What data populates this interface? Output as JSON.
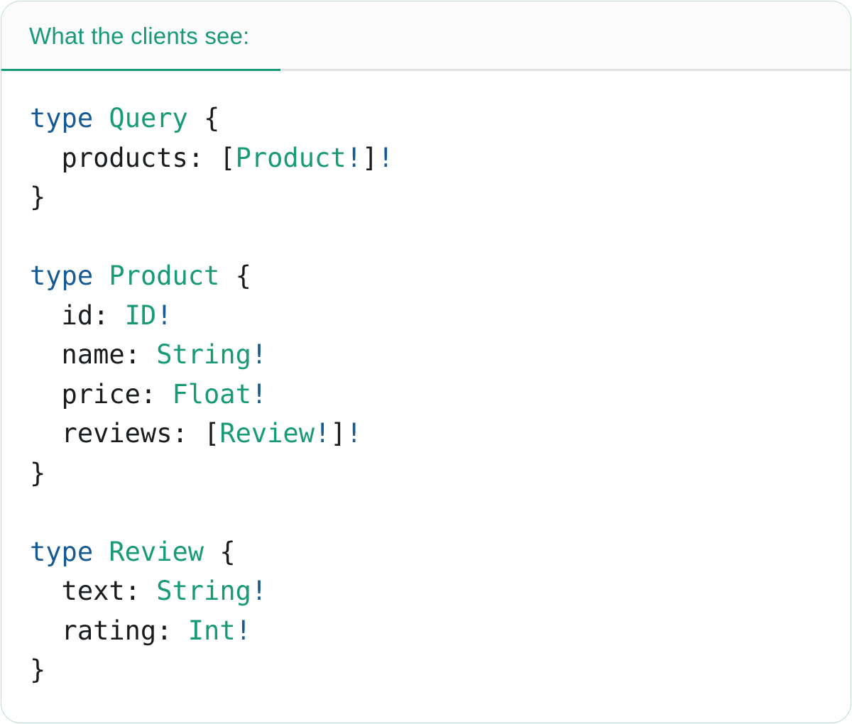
{
  "tab": {
    "label": "What the clients see:"
  },
  "colors": {
    "accent_teal": "#17997A",
    "keyword_blue": "#175A93",
    "type_teal": "#179A76",
    "plain_text": "#191C1F",
    "tab_track_gray": "#E3E3E3",
    "card_border_green": "#BCDCC8",
    "tabbar_bg": "#FBFBFB",
    "card_bg": "#FFFFFF"
  },
  "code": {
    "language": "graphql-schema",
    "lines": [
      {
        "tokens": [
          {
            "text": "type",
            "style": "keyword"
          },
          {
            "text": " ",
            "style": "plain"
          },
          {
            "text": "Query",
            "style": "type"
          },
          {
            "text": " {",
            "style": "plain"
          }
        ]
      },
      {
        "tokens": [
          {
            "text": "  products: [",
            "style": "plain"
          },
          {
            "text": "Product",
            "style": "type"
          },
          {
            "text": "!",
            "style": "bang"
          },
          {
            "text": "]",
            "style": "plain"
          },
          {
            "text": "!",
            "style": "bang"
          }
        ]
      },
      {
        "tokens": [
          {
            "text": "}",
            "style": "plain"
          }
        ]
      },
      {
        "tokens": []
      },
      {
        "tokens": [
          {
            "text": "type",
            "style": "keyword"
          },
          {
            "text": " ",
            "style": "plain"
          },
          {
            "text": "Product",
            "style": "type"
          },
          {
            "text": " {",
            "style": "plain"
          }
        ]
      },
      {
        "tokens": [
          {
            "text": "  id: ",
            "style": "plain"
          },
          {
            "text": "ID",
            "style": "type"
          },
          {
            "text": "!",
            "style": "bang"
          }
        ]
      },
      {
        "tokens": [
          {
            "text": "  name: ",
            "style": "plain"
          },
          {
            "text": "String",
            "style": "type"
          },
          {
            "text": "!",
            "style": "bang"
          }
        ]
      },
      {
        "tokens": [
          {
            "text": "  price: ",
            "style": "plain"
          },
          {
            "text": "Float",
            "style": "type"
          },
          {
            "text": "!",
            "style": "bang"
          }
        ]
      },
      {
        "tokens": [
          {
            "text": "  reviews: [",
            "style": "plain"
          },
          {
            "text": "Review",
            "style": "type"
          },
          {
            "text": "!",
            "style": "bang"
          },
          {
            "text": "]",
            "style": "plain"
          },
          {
            "text": "!",
            "style": "bang"
          }
        ]
      },
      {
        "tokens": [
          {
            "text": "}",
            "style": "plain"
          }
        ]
      },
      {
        "tokens": []
      },
      {
        "tokens": [
          {
            "text": "type",
            "style": "keyword"
          },
          {
            "text": " ",
            "style": "plain"
          },
          {
            "text": "Review",
            "style": "type"
          },
          {
            "text": " {",
            "style": "plain"
          }
        ]
      },
      {
        "tokens": [
          {
            "text": "  text: ",
            "style": "plain"
          },
          {
            "text": "String",
            "style": "type"
          },
          {
            "text": "!",
            "style": "bang"
          }
        ]
      },
      {
        "tokens": [
          {
            "text": "  rating: ",
            "style": "plain"
          },
          {
            "text": "Int",
            "style": "type"
          },
          {
            "text": "!",
            "style": "bang"
          }
        ]
      },
      {
        "tokens": [
          {
            "text": "}",
            "style": "plain"
          }
        ]
      }
    ]
  }
}
